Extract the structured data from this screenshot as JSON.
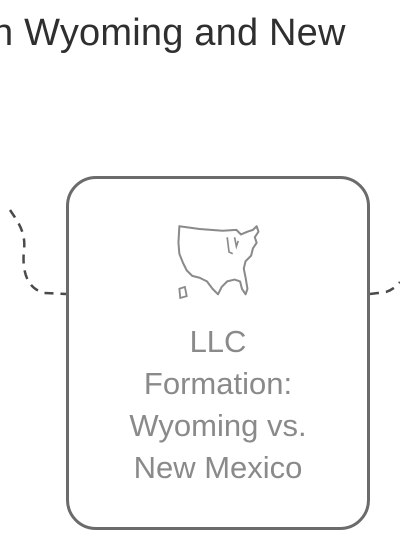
{
  "diagram": {
    "title": "n Wyoming and New",
    "node": {
      "label_lines": [
        "LLC",
        "Formation:",
        "Wyoming vs.",
        "New Mexico"
      ],
      "icon": "usa-map-icon"
    },
    "colors": {
      "title": "#2f2f2f",
      "border": "#6b6b6b",
      "label": "#8a8a8a",
      "connector": "#4a4a4a"
    }
  }
}
